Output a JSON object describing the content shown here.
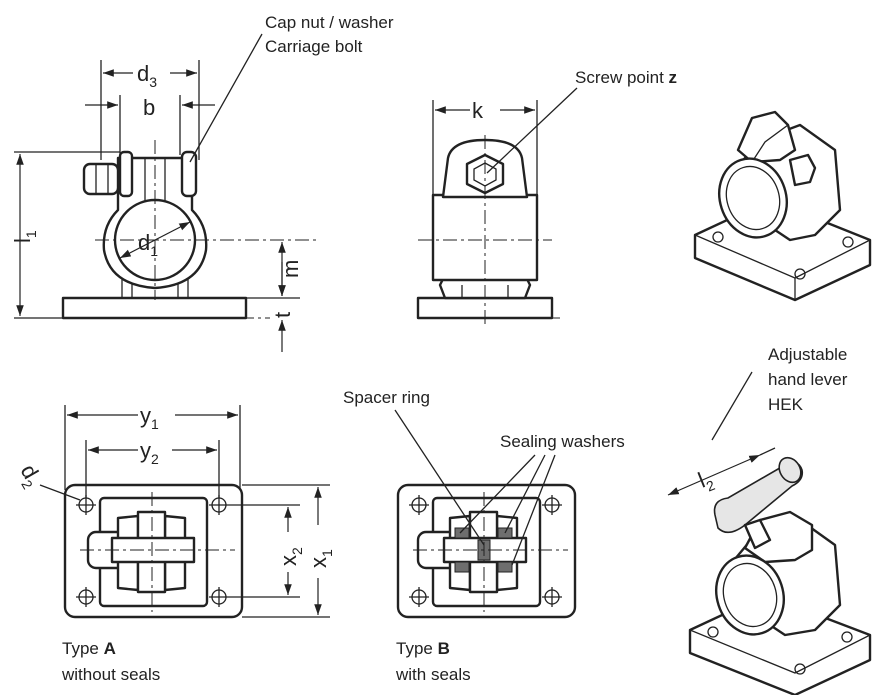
{
  "labels": {
    "cap_nut": "Cap nut / washer",
    "carriage_bolt": "Carriage bolt",
    "screw_point_prefix": "Screw point ",
    "screw_point_var": "z",
    "spacer_ring": "Spacer ring",
    "sealing_washers": "Sealing washers",
    "hand_lever_1": "Adjustable",
    "hand_lever_2": "hand lever",
    "hand_lever_3": "HEK",
    "type_a_prefix": "Type ",
    "type_a_letter": "A",
    "type_a_desc": "without seals",
    "type_b_prefix": "Type ",
    "type_b_letter": "B",
    "type_b_desc": "with seals"
  },
  "dimensions": {
    "d3": {
      "base": "d",
      "sub": "3"
    },
    "b": {
      "base": "b",
      "sub": ""
    },
    "l1": {
      "base": "l",
      "sub": "1"
    },
    "d1": {
      "base": "d",
      "sub": "1"
    },
    "m": {
      "base": "m",
      "sub": ""
    },
    "t": {
      "base": "t",
      "sub": ""
    },
    "k": {
      "base": "k",
      "sub": ""
    },
    "y1": {
      "base": "y",
      "sub": "1"
    },
    "y2": {
      "base": "y",
      "sub": "2"
    },
    "d2": {
      "base": "d",
      "sub": "2"
    },
    "x1": {
      "base": "x",
      "sub": "1"
    },
    "x2": {
      "base": "x",
      "sub": "2"
    },
    "l2": {
      "base": "l",
      "sub": "2"
    }
  },
  "colors": {
    "line": "#222222",
    "seal": "#6e6e6e",
    "background": "#ffffff"
  }
}
